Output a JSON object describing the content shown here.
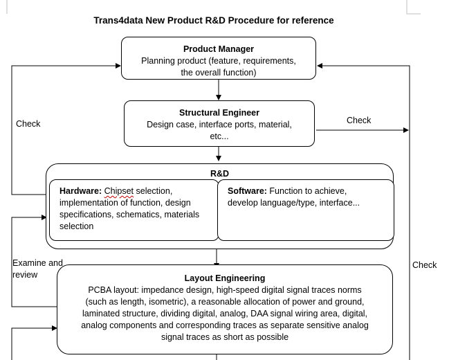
{
  "title": "Trans4data New Product R&D Procedure for reference",
  "product_manager": {
    "heading": "Product Manager",
    "line1": "Planning product (feature, requirements,",
    "line2": "the overall function)"
  },
  "structural_engineer": {
    "heading": "Structural Engineer",
    "line1": "Design case, interface ports, material,",
    "line2": "etc..."
  },
  "rd": {
    "heading": "R&D",
    "hardware": {
      "heading": "Hardware:",
      "word_chipset": "Chipset",
      "line1_rest": " selection,",
      "line2": "implementation of function, design",
      "line3": "specifications, schematics, materials",
      "line4": "selection"
    },
    "software": {
      "heading": "Software:",
      "line1_rest": " Function to achieve,",
      "line2": "develop language/type, interface..."
    }
  },
  "layout_engineering": {
    "heading": "Layout Engineering",
    "line1": "PCBA layout: impedance design, high-speed digital signal traces norms",
    "line2": "(such as length, isometric), a reasonable allocation of power and ground,",
    "line3": "laminated structure, dividing digital, analog, DAA signal wiring area, digital,",
    "line4": "analog components and corresponding traces as separate sensitive analog",
    "line5": "signal traces as short as possible"
  },
  "labels": {
    "check_left": "Check",
    "check_right_top": "Check",
    "check_right": "Check",
    "examine_line1": "Examine and",
    "examine_line2": "review"
  }
}
